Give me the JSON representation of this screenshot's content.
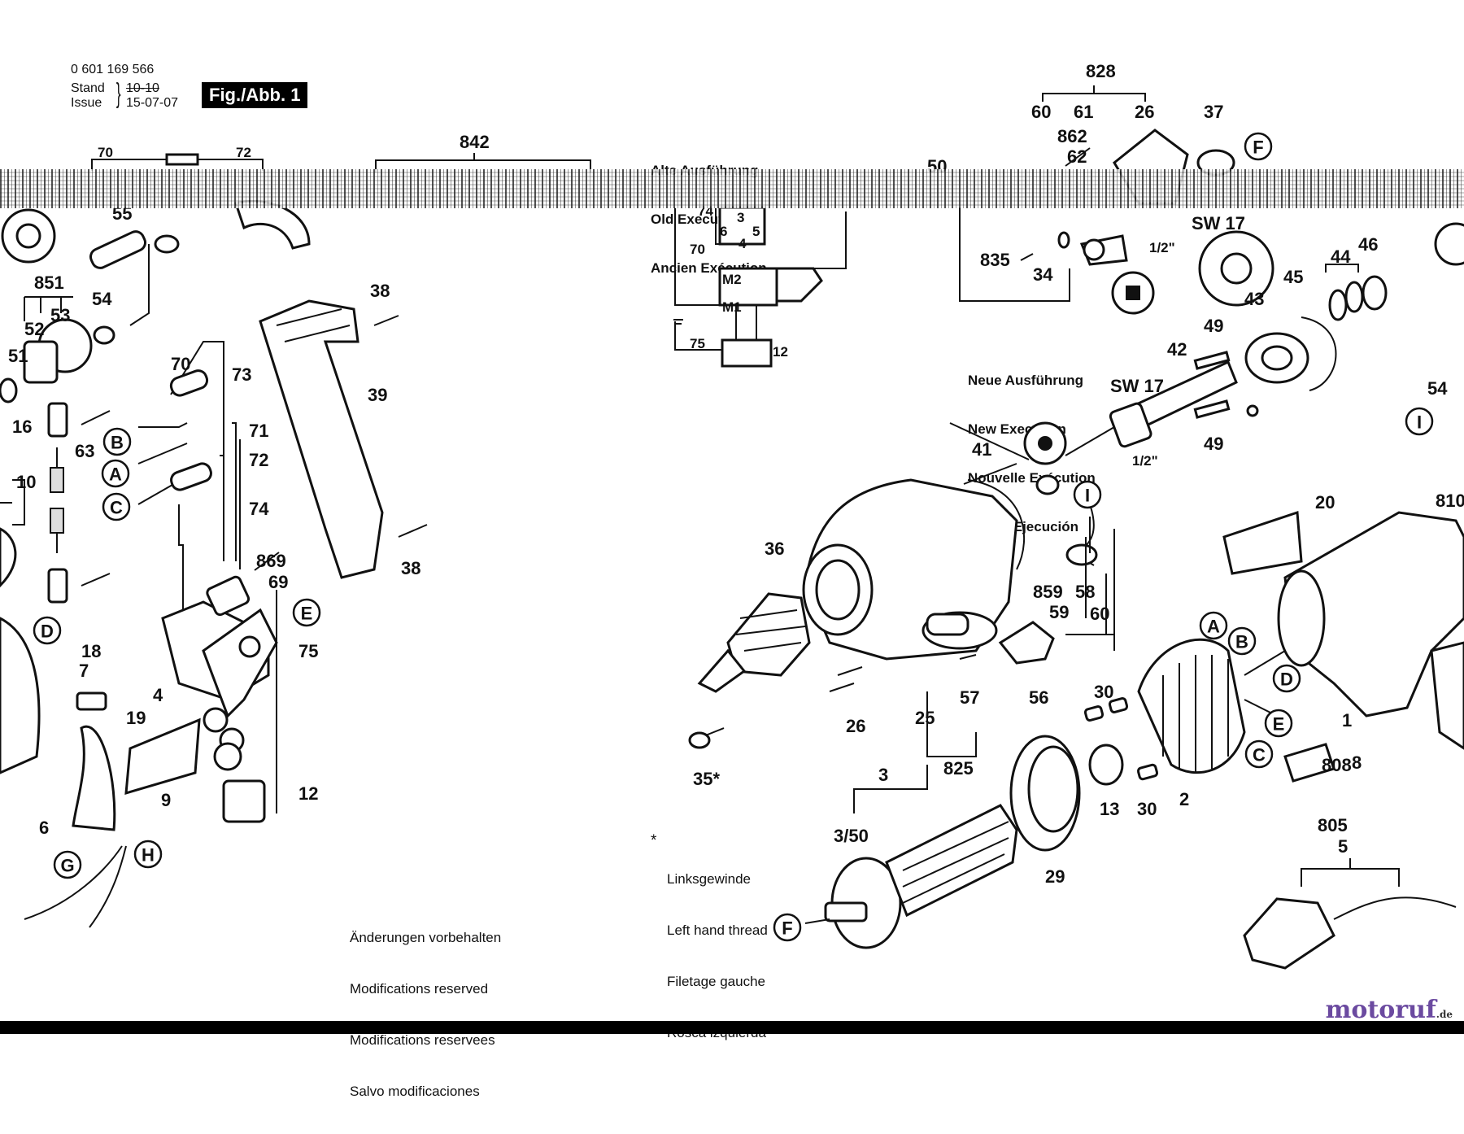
{
  "header": {
    "part_number": "0 601 169 566",
    "stand_label": "Stand",
    "issue_label": "Issue",
    "old_date": "10-10",
    "issue_date": "15-07-07",
    "figure_label": "Fig./Abb. 1"
  },
  "old_execution": [
    "Alte Ausführung",
    "Old Execution",
    "Ancien Exécution"
  ],
  "new_execution": [
    "Neue Ausführung",
    "New Execution",
    "Nouvelle Exécution",
    "Nueva Ejecución"
  ],
  "left_thread_note": {
    "marker": "*",
    "lines": [
      "Linksgewinde",
      "Left hand thread",
      "Filetage gauche",
      "Rosca izquierda"
    ]
  },
  "modifications_note": [
    "Änderungen vorbehalten",
    "Modifications reserved",
    "Modifications reservees",
    "Salvo modificaciones"
  ],
  "brand": {
    "name": "motoruf",
    "tld": ".de"
  },
  "part_labels": [
    "70",
    "72",
    "842",
    "50",
    "828",
    "60",
    "61",
    "26",
    "862",
    "62",
    "37",
    "55",
    "851",
    "52",
    "53",
    "51",
    "54",
    "16",
    "63",
    "10",
    "70",
    "73",
    "71",
    "72",
    "74",
    "38",
    "39",
    "38",
    "869",
    "69",
    "18",
    "7",
    "19",
    "4",
    "75",
    "12",
    "9",
    "6",
    "3",
    "35*",
    "36",
    "26",
    "25",
    "57",
    "56",
    "825",
    "41",
    "859",
    "59",
    "58",
    "60",
    "30",
    "13",
    "30",
    "2",
    "1",
    "808",
    "8",
    "805",
    "5",
    "20",
    "810",
    "3/50",
    "29",
    "42",
    "43",
    "45",
    "44",
    "46",
    "49",
    "49",
    "54",
    "SW 17",
    "SW 17",
    "835",
    "34",
    "74",
    "3",
    "6",
    "5",
    "4",
    "70",
    "M2",
    "M1",
    "75",
    "12",
    "1/2\"",
    "1/2\""
  ],
  "callout_letters": [
    "F",
    "B",
    "A",
    "C",
    "D",
    "E",
    "G",
    "H",
    "I",
    "I",
    "F",
    "A",
    "B",
    "D",
    "E",
    "C"
  ],
  "icons": [
    "hex-socket-icon",
    "drill-chuck-icon",
    "power-plug-icon"
  ]
}
